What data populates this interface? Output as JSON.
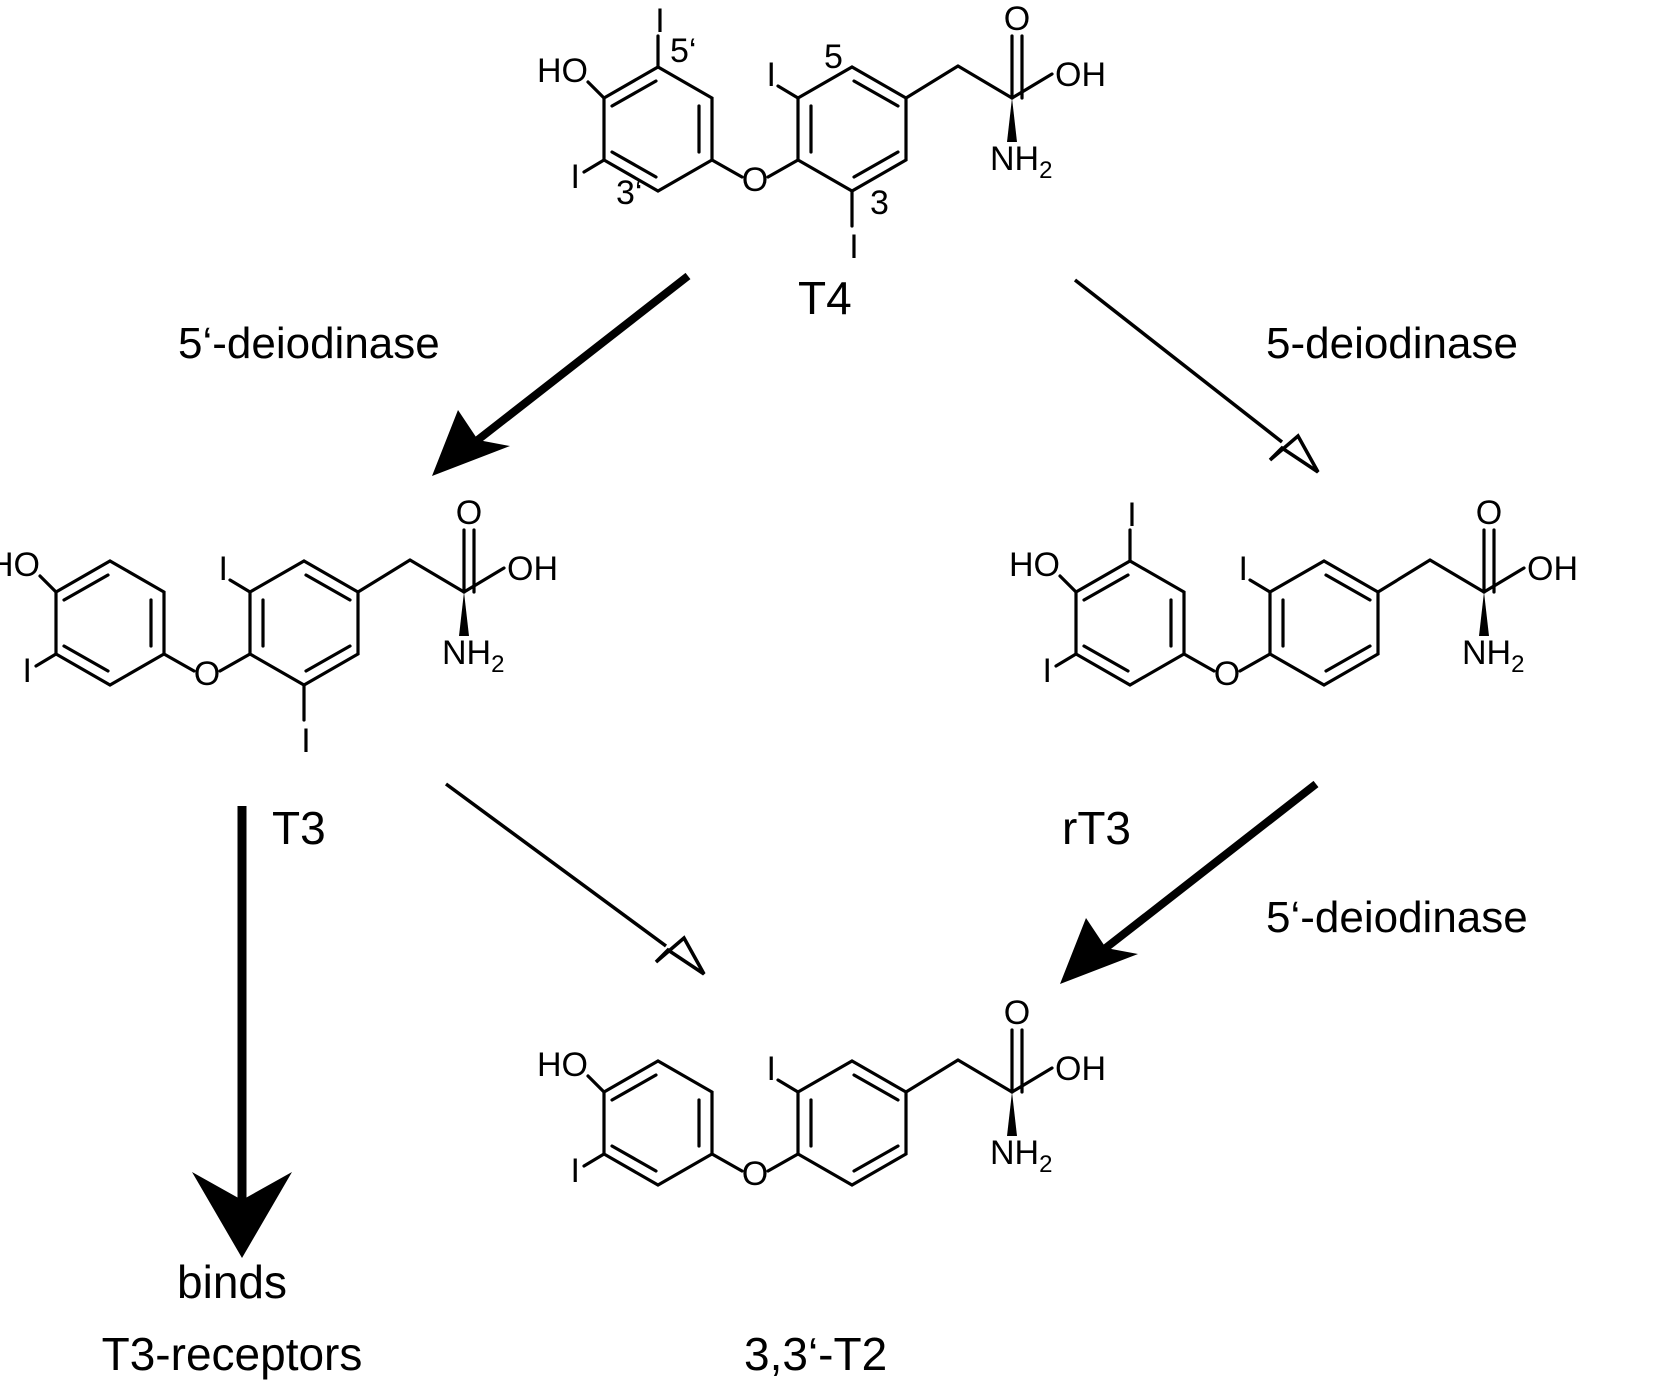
{
  "compounds": {
    "t4": {
      "name": "T4",
      "pos3p": "3‘",
      "pos5p": "5‘",
      "pos3": "3",
      "pos5": "5"
    },
    "t3": {
      "name": "T3"
    },
    "rt3": {
      "name": "rT3"
    },
    "t2": {
      "name": "3,3‘-T2"
    }
  },
  "atoms": {
    "ho": "HO",
    "iodine": "I",
    "oxygen": "O",
    "oh": "OH",
    "nh": "NH",
    "sub2": "2"
  },
  "enzymes": {
    "t4_to_t3": "5‘-deiodinase",
    "t4_to_rt3": "5-deiodinase",
    "rt3_to_t2": "5‘-deiodinase"
  },
  "outcome": {
    "line1": "binds",
    "line2": "T3-receptors"
  }
}
